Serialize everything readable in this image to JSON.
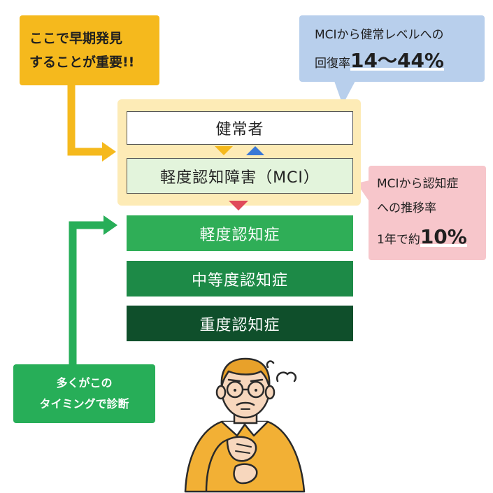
{
  "callouts": {
    "early_detection": {
      "line1": "ここで早期発見",
      "line2": "することが重要!!"
    },
    "recovery": {
      "line1": "MCIから健常レベルへの",
      "line2_prefix": "回復率",
      "line2_value": "14～44%"
    },
    "progression": {
      "line1": "MCIから認知症",
      "line2": "への推移率",
      "line3_prefix": "1年で約",
      "line3_value": "10%"
    },
    "diagnosis": {
      "line1": "多くがこの",
      "line2": "タイミングで診断"
    }
  },
  "stages": [
    {
      "label": "健常者"
    },
    {
      "label": "軽度認知障害（MCI）"
    },
    {
      "label": "軽度認知症"
    },
    {
      "label": "中等度認知症"
    },
    {
      "label": "重度認知症"
    }
  ],
  "colors": {
    "early_detection": "#f5b91d",
    "recovery": "#b8cfec",
    "progression": "#f7c6cb",
    "diagnosis": "#27ae58",
    "arrow_down_yellow": "#f5b91d",
    "arrow_up_blue": "#3a78d6",
    "arrow_down_red": "#e04a5a",
    "stage_mild": "#2fae57",
    "stage_moderate": "#1d8a47",
    "stage_severe": "#0f4f2b"
  }
}
